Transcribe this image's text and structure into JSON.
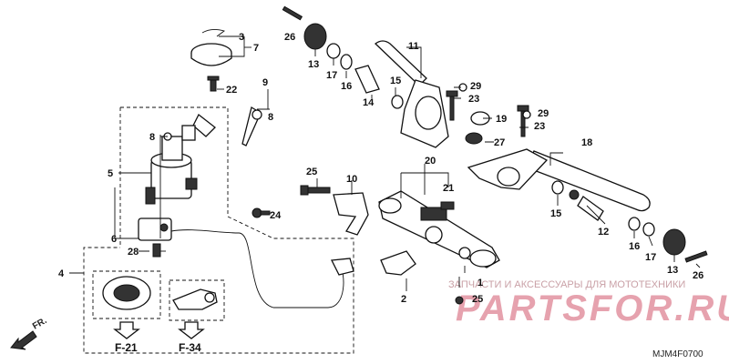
{
  "callouts": {
    "c1": "1",
    "c2": "2",
    "c3": "3",
    "c4": "4",
    "c5": "5",
    "c6": "6",
    "c7": "7",
    "c8a": "8",
    "c8b": "8",
    "c9": "9",
    "c10": "10",
    "c11": "11",
    "c12": "12",
    "c13a": "13",
    "c13b": "13",
    "c14": "14",
    "c15a": "15",
    "c15b": "15",
    "c16a": "16",
    "c16b": "16",
    "c17a": "17",
    "c17b": "17",
    "c18": "18",
    "c19": "19",
    "c20": "20",
    "c21": "21",
    "c22": "22",
    "c23a": "23",
    "c23b": "23",
    "c24": "24",
    "c25a": "25",
    "c25b": "25",
    "c26a": "26",
    "c26b": "26",
    "c27": "27",
    "c28": "28",
    "c29a": "29",
    "c29b": "29"
  },
  "refs": {
    "ref1": "F-21",
    "ref2": "F-34"
  },
  "direction": "FR.",
  "diagram_code": "MJM4F0700",
  "watermark": {
    "line1": "ЗАПЧАСТИ И АКСЕССУАРЫ ДЛЯ МОТОТЕХНИКИ",
    "line2": "PARTSFOR.RU"
  }
}
